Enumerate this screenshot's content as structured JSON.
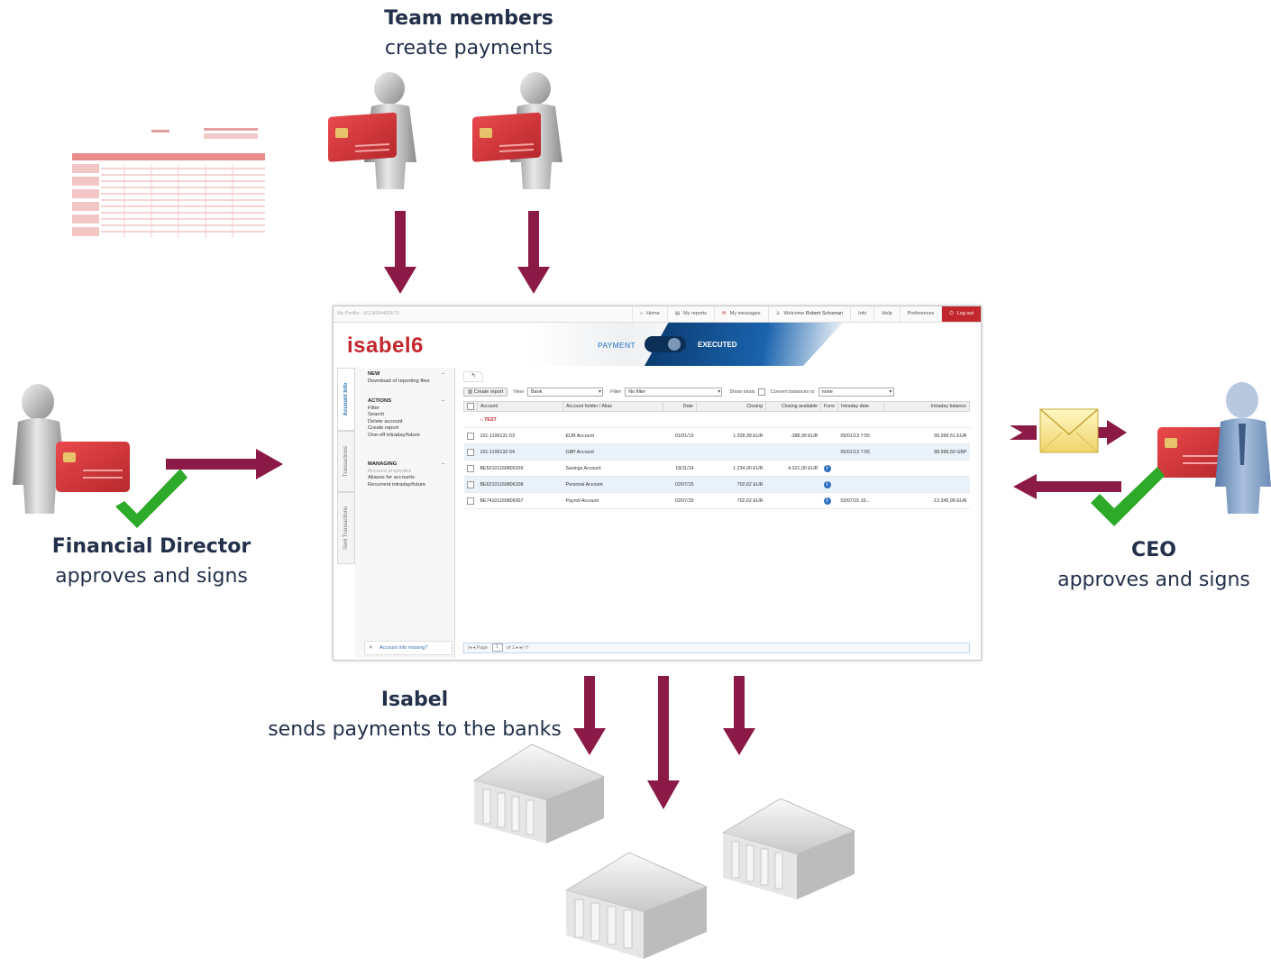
{
  "roles": {
    "team": {
      "title": "Team members",
      "desc": "create payments"
    },
    "financial_director": {
      "title": "Financial Director",
      "desc": "approves and signs"
    },
    "ceo": {
      "title": "CEO",
      "desc": "approves and signs"
    },
    "isabel": {
      "title": "Isabel",
      "desc": "sends payments to the banks"
    }
  },
  "colors": {
    "arrow": "#8b1a46",
    "check": "#2eaa2a",
    "card": "#d8363a",
    "logo_red": "#c2272d",
    "brand_blue": "#1a63ad"
  },
  "icons": [
    "user-icon",
    "smart-card-icon",
    "checkmark-icon",
    "envelope-icon",
    "bank-icon",
    "form-document-icon",
    "arrow-icon"
  ],
  "app": {
    "profile": "My Profile - 5113654400573",
    "nav": {
      "home": "Home",
      "reports": "My reports",
      "messages": "My messages",
      "welcome": "Welcome",
      "user": "Robert Schuman",
      "info": "Info",
      "help": "Help",
      "prefs": "Preferences",
      "logout": "Log out"
    },
    "logo": {
      "a": "isabel",
      "b": "6"
    },
    "mode": {
      "payment": "PAYMENT",
      "executed": "EXECUTED"
    },
    "tabs": {
      "account_info": "Account info",
      "transactions": "Transactions",
      "sent": "Sent Transactions"
    },
    "left": {
      "new_h": "NEW",
      "new_1": "Download of reporting files",
      "actions_h": "ACTIONS",
      "a1": "Filter",
      "a2": "Search",
      "a3": "Delete account",
      "a4": "Create report",
      "a5": "One-off intraday/future",
      "managing_h": "MANAGING",
      "m1": "Account properties",
      "m2": "Aliases for accounts",
      "m3": "Recurrent intraday/future",
      "missing": "Account info missing?"
    },
    "toolbar": {
      "create_report": "Create report",
      "view_label": "View",
      "view_value": "Bank",
      "filter_label": "Filter",
      "filter_value": "No filter",
      "show_totals": "Show totals",
      "convert": "Convert balances to",
      "convert_value": "none"
    },
    "grid": {
      "headers": {
        "account": "Account",
        "holder": "Account holder / Alias",
        "date": "Date",
        "closing": "Closing",
        "closing_avail": "Closing available",
        "forw": "Forw",
        "intraday_date": "Intraday date",
        "intraday_balance": "Intraday balance"
      },
      "group": "TEST",
      "rows": [
        {
          "account": "101-1106131-53",
          "holder": "EUR Account",
          "date": "01/01/13",
          "closing": "1.328,99 EUR",
          "avail": "-388,99 EUR",
          "forw": "",
          "idate": "05/01/13 7:55",
          "ibal": "99.999,51 EUR"
        },
        {
          "account": "101-1106132-54",
          "holder": "GBP Account",
          "date": "",
          "closing": "",
          "avail": "",
          "forw": "",
          "idate": "05/01/13 7:55",
          "ibal": "88.999,50 GBP"
        },
        {
          "account": "BE52101160806209",
          "holder": "Savings Account",
          "date": "18/11/14",
          "closing": "1.234,00 EUR",
          "avail": "4.321,00 EUR",
          "forw": "i",
          "idate": "",
          "ibal": ""
        },
        {
          "account": "BE62101160806108",
          "holder": "Personal Account",
          "date": "02/07/15",
          "closing": "702,62 EUR",
          "avail": "",
          "forw": "i",
          "idate": "",
          "ibal": ""
        },
        {
          "account": "BE74101160806007",
          "holder": "Payroll Account",
          "date": "02/07/15",
          "closing": "702,62 EUR",
          "avail": "",
          "forw": "i",
          "idate": "03/07/15 16:..",
          "ibal": "-12.345,99 EUR"
        }
      ]
    },
    "pager": {
      "page": "Page",
      "value": "1",
      "of": "of 1"
    }
  }
}
